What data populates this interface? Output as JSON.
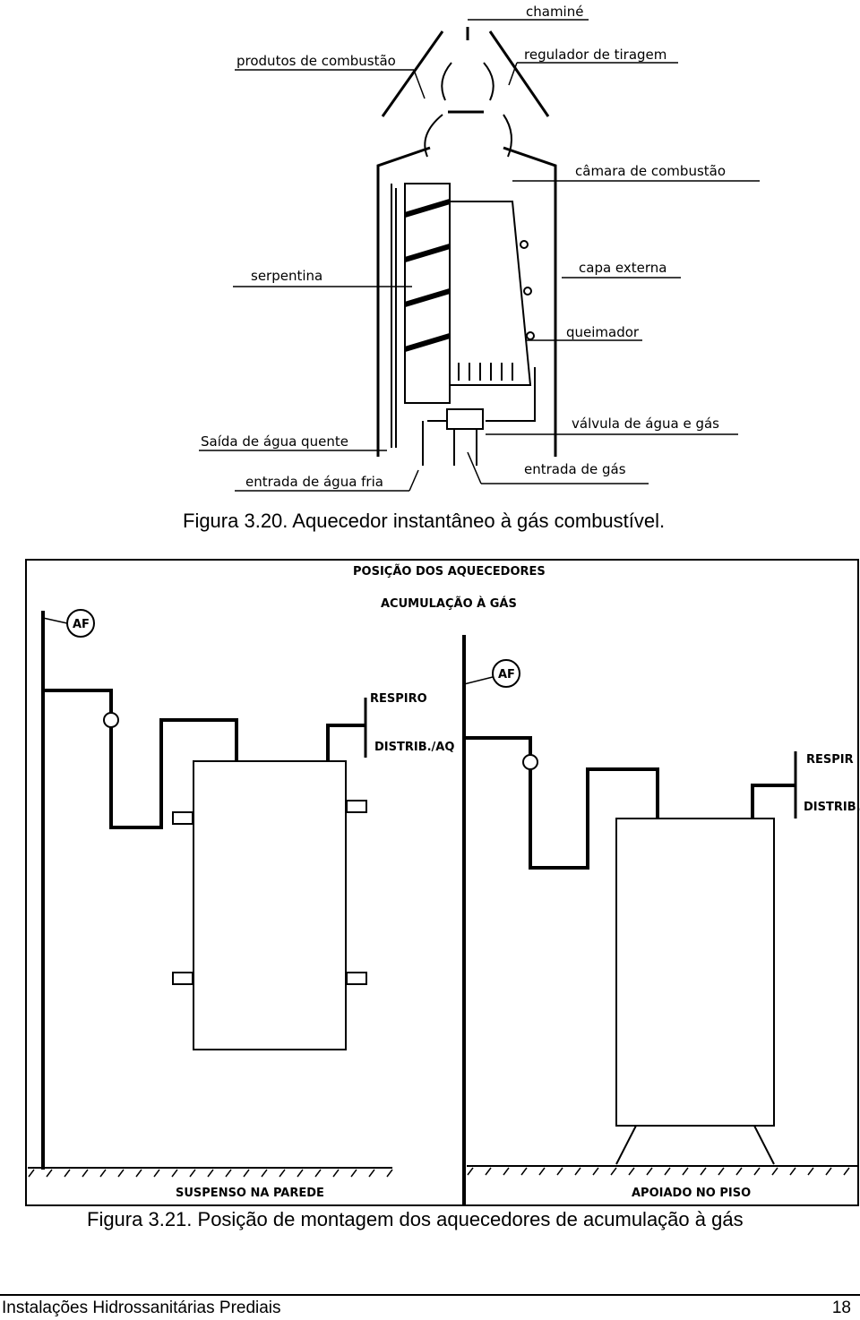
{
  "figure1": {
    "labels": {
      "chimney": "chaminé",
      "combustion_products": "produtos de combustão",
      "draft_regulator": "regulador de tiragem",
      "combustion_chamber": "câmara de combustão",
      "coil": "serpentina",
      "outer_cover": "capa externa",
      "burner": "queimador",
      "water_gas_valve": "válvula de água e gás",
      "hot_water_outlet": "Saída de água quente",
      "gas_inlet": "entrada de gás",
      "cold_water_inlet": "entrada de água fria"
    },
    "caption": "Figura 3.20. Aquecedor instantâneo à gás combustível."
  },
  "figure2": {
    "title_line1": "POSIÇÃO DOS AQUECEDORES",
    "title_line2": "ACUMULAÇÃO À GÁS",
    "af_label": "AF",
    "left": {
      "vent": "RESPIRO",
      "distrib": "DISTRIB./AQ",
      "caption": "SUSPENSO NA PAREDE"
    },
    "right": {
      "vent": "RESPIR",
      "distrib": "DISTRIB.",
      "caption": "APOIADO NO PISO"
    },
    "caption": "Figura 3.21. Posição de montagem dos aquecedores de acumulação à gás"
  },
  "footer": {
    "title": "Instalações Hidrossanitárias Prediais",
    "page": "18"
  }
}
